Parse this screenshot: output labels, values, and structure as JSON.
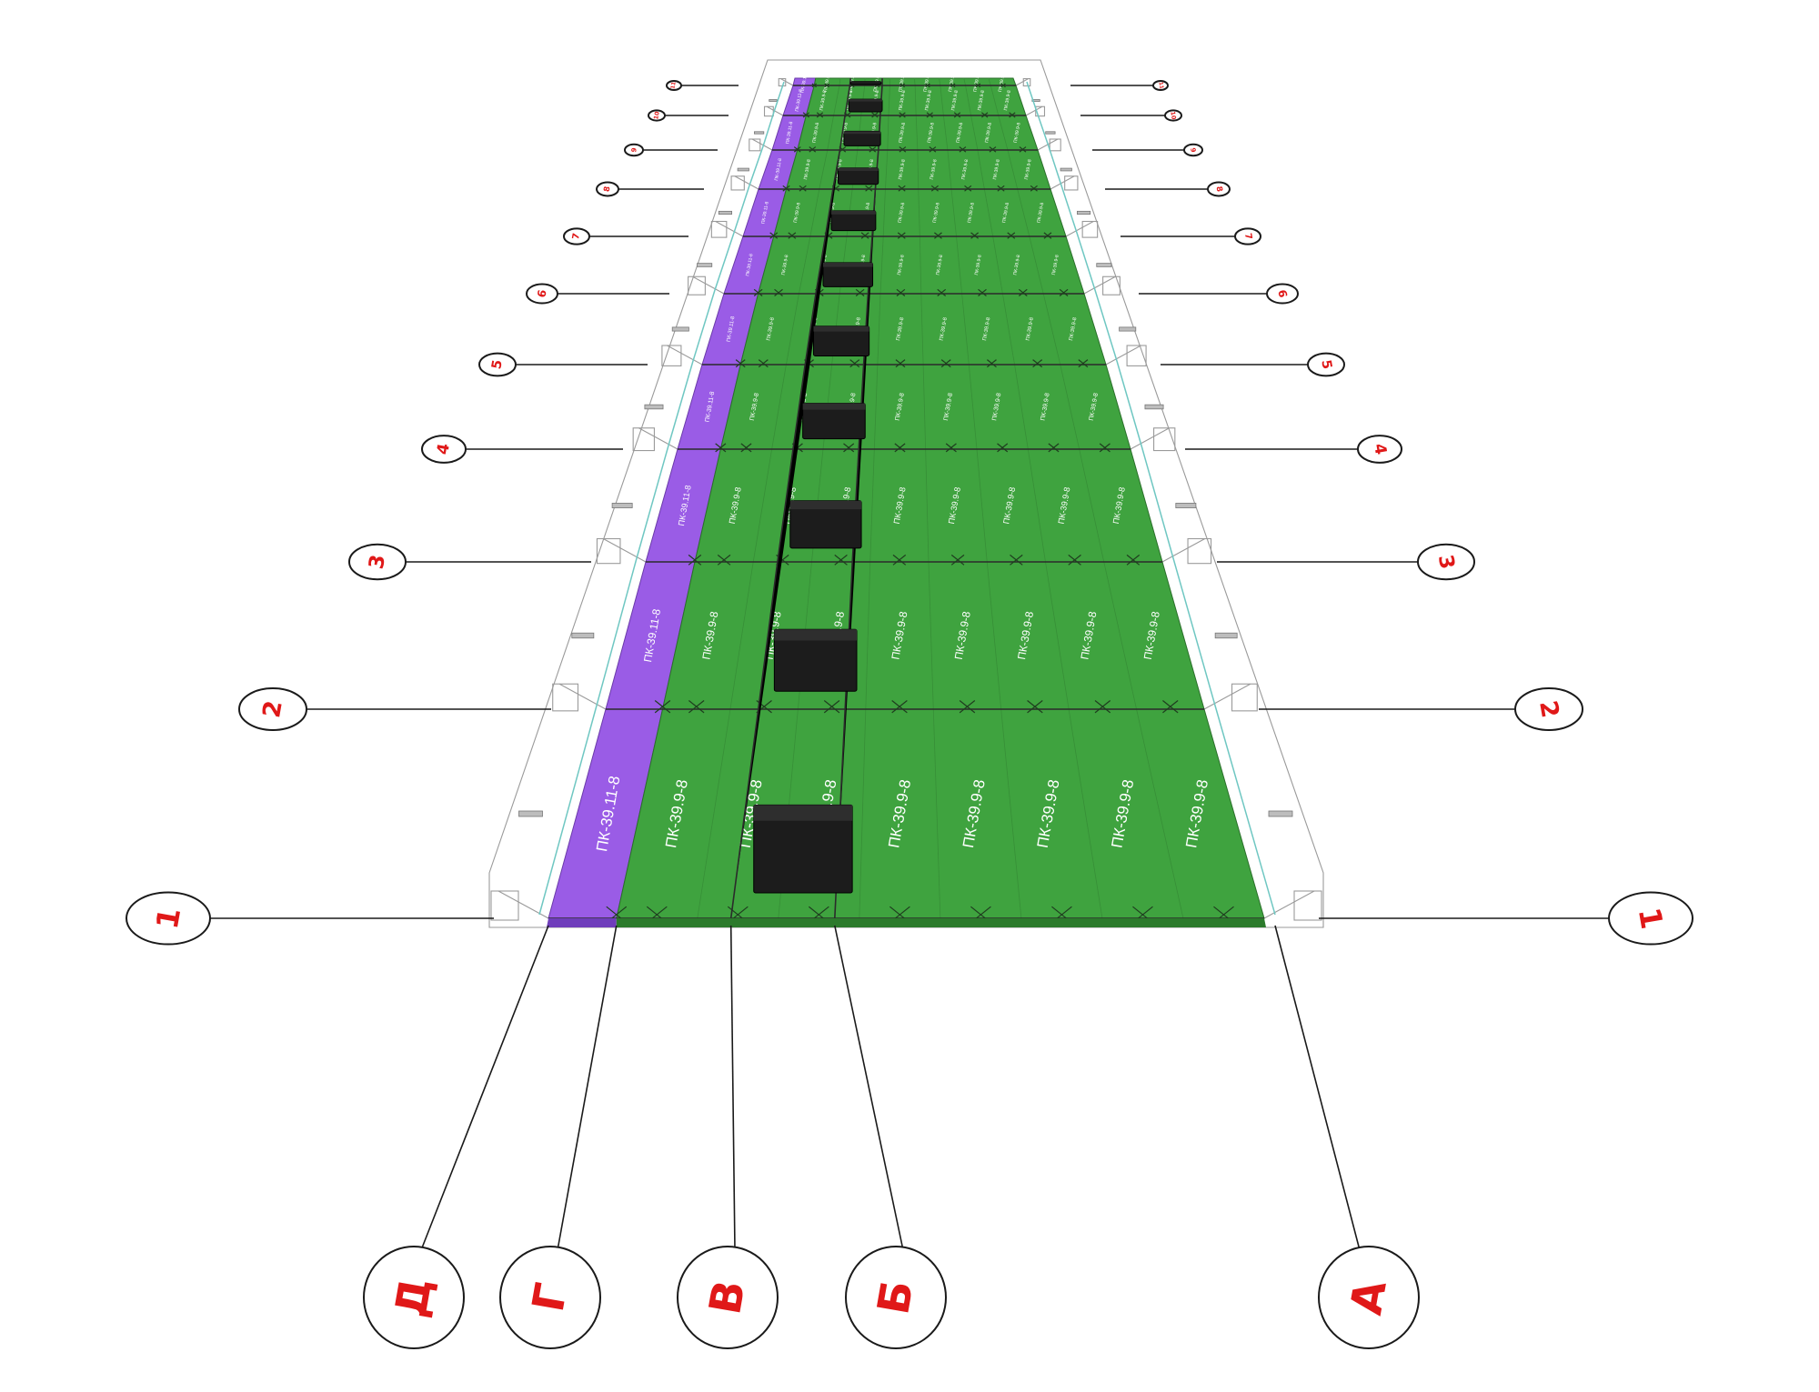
{
  "axes": {
    "rows": [
      "1",
      "2",
      "3",
      "4",
      "5",
      "6",
      "7",
      "8",
      "9",
      "10",
      "11"
    ],
    "columns": [
      "Д",
      "Г",
      "В",
      "Б",
      "А"
    ]
  },
  "slabs": {
    "purple_label": "ПК-39.11-8",
    "green_label": "ПК-39.9-8"
  },
  "colors": {
    "green_panel": "#3fa33f",
    "purple_panel": "#9a5ce6",
    "axis_text": "#e01818",
    "block": "#1c1c1c"
  }
}
